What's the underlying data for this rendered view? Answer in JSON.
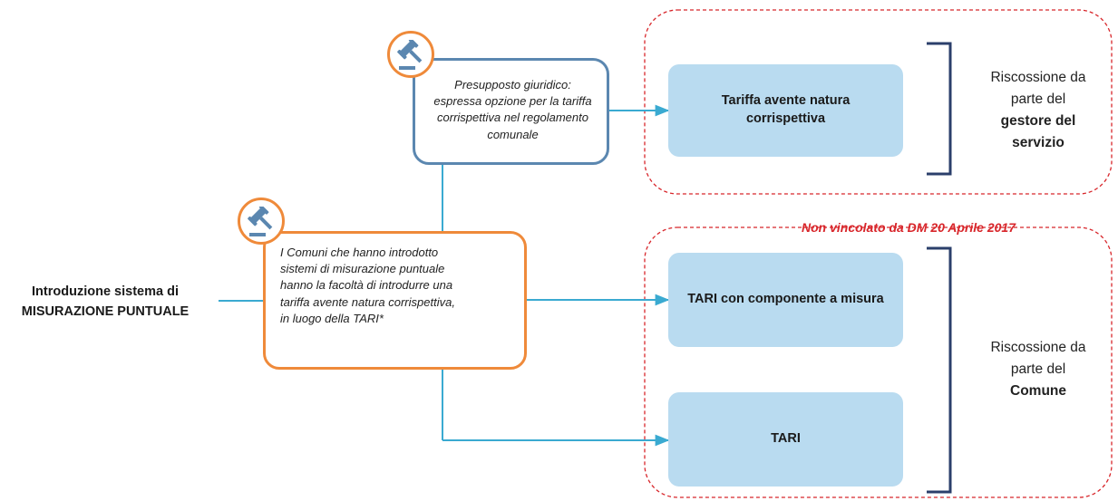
{
  "intro": {
    "line1": "Introduzione sistema di",
    "line2": "MISURAZIONE  PUNTUALE"
  },
  "note_top": {
    "icon": "gavel-icon",
    "lines": [
      "Presupposto giuridico:",
      "espressa opzione per la tariffa",
      "corrispettiva nel regolamento",
      "comunale"
    ]
  },
  "note_main": {
    "icon": "gavel-icon",
    "lines": [
      "I Comuni che hanno introdotto",
      "sistemi di misurazione puntuale",
      "hanno la facoltà di introdurre una",
      "tariffa avente natura corrispettiva,",
      "in luogo della TARI*"
    ]
  },
  "boxes": {
    "tariffa": {
      "line1": "Tariffa  avente natura",
      "line2": "corrispettiva"
    },
    "tari_misura": "TARI  con componente a misura",
    "tari": "TARI"
  },
  "red_note": "Non vincolato da DM 20 Aprile 2017",
  "collection_top": {
    "line1": "Riscossione da",
    "line2": "parte del",
    "line3": "gestore del",
    "line4": "servizio"
  },
  "collection_bottom": {
    "line1": "Riscossione da",
    "line2": "parte del",
    "line3": "Comune"
  },
  "colors": {
    "connector": "#3aaad1",
    "blue_fill": "#b9dbf0",
    "orange": "#ef8a3a",
    "steel_blue": "#5b87b0",
    "red_dashed": "#d8262b",
    "bracket": "#2b3f6b"
  }
}
